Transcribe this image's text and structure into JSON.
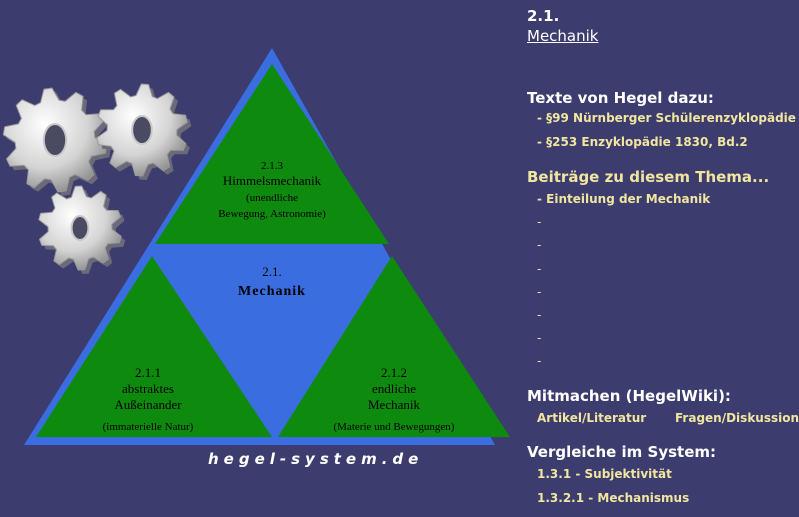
{
  "triangle": {
    "top": {
      "number": "2.1.3",
      "title": "Himmelsmechanik",
      "detail1": "(unendliche",
      "detail2": "Bewegung, Astronomie)"
    },
    "center": {
      "number": "2.1.",
      "title": "Mechanik"
    },
    "left": {
      "number": "2.1.1",
      "title1": "abstraktes",
      "title2": "Außeinander",
      "detail": "(immaterielle Natur)"
    },
    "right": {
      "number": "2.1.2",
      "title1": "endliche",
      "title2": "Mechanik",
      "detail": "(Materie und Bewegungen)"
    }
  },
  "site_label": "hegel-system.de",
  "panel": {
    "number": "2.1.",
    "title": "Mechanik",
    "texte_heading": "Texte von Hegel dazu:",
    "texte_items": [
      "- §99 Nürnberger Schülerenzyklopädie",
      "- §253 Enzyklopädie 1830, Bd.2"
    ],
    "beitraege_heading": "Beiträge zu diesem Thema...",
    "beitraege_items": [
      "- Einteilung der Mechanik",
      "-",
      "-",
      "-",
      "-",
      "-",
      "-",
      "-"
    ],
    "mitmachen_heading": "Mitmachen (HegelWiki):",
    "wiki_links": [
      "Artikel/Literatur",
      "Fragen/Diskussion"
    ],
    "vergleiche_heading": "Vergleiche im System:",
    "vergleiche_items": [
      "1.3.1 - Subjektivität",
      "1.3.2.1 - Mechanismus"
    ]
  },
  "colors": {
    "background": "#3c3c6e",
    "triangle_outer": "#3a6ee0",
    "triangle_green": "#0e8a0e",
    "accent_text": "#f0e6a0"
  },
  "icons": [
    "gears-icon"
  ]
}
